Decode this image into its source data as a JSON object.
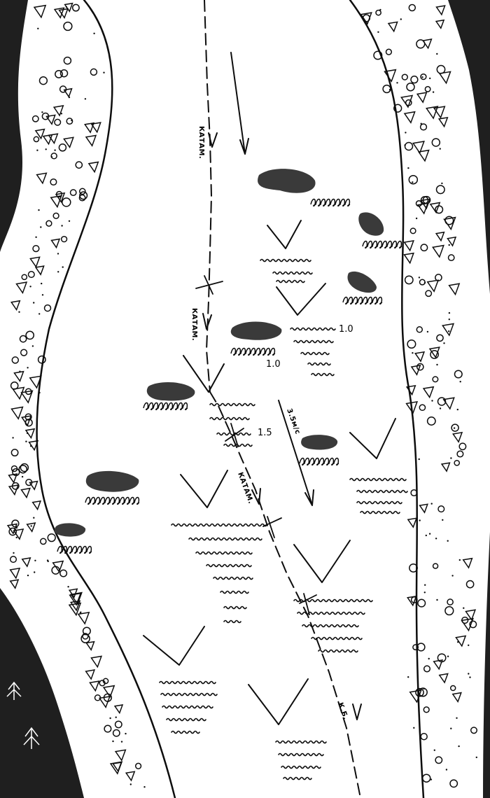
{
  "map": {
    "colors": {
      "ink": "#0d0d0d",
      "background": "#ffffff",
      "rock": "#3a3a3a",
      "bank_dark": "#1f1f1f"
    },
    "route_labels": [
      {
        "id": "katam-1",
        "text": "КАТАМ."
      },
      {
        "id": "katam-2",
        "text": "КАТАМ."
      },
      {
        "id": "katam-3",
        "text": "КАТАМ."
      },
      {
        "id": "kb",
        "text": "К.Б."
      }
    ],
    "current_label": "3.5м/с",
    "depth_labels": [
      {
        "id": "d1",
        "text": "1.0"
      },
      {
        "id": "d2",
        "text": "1.0"
      },
      {
        "id": "d3",
        "text": "1.5"
      }
    ],
    "icons": [
      "rock-icon",
      "pebble-circle-icon",
      "pebble-triangle-icon",
      "eddy-icon",
      "wave-icon",
      "v-jet-icon",
      "flow-arrow-icon",
      "tree-icon"
    ]
  }
}
